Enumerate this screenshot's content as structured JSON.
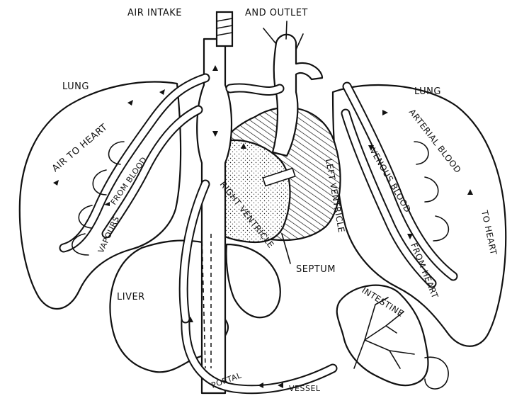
{
  "labels": {
    "air_intake": "AIR INTAKE",
    "and_outlet": "AND OUTLET",
    "lung_left": "LUNG",
    "lung_right": "LUNG",
    "air_to_heart": "AIR TO HEART",
    "from_blood": "FROM BLOOD",
    "vapours": "VAPOURS",
    "right_ventricle": "RIGHT VENTRICLE",
    "left_ventricle": "LEFT VENTRICLE",
    "septum": "SEPTUM",
    "arterial_blood": "ARTERIAL BLOOD",
    "to_heart": "TO HEART",
    "venous_blood": "VENOUS BLOOD",
    "from_heart": "FROM HEART",
    "liver": "LIVER",
    "intestine": "INTESTINE",
    "portal": "PORTAL",
    "vessel": "VESSEL"
  }
}
